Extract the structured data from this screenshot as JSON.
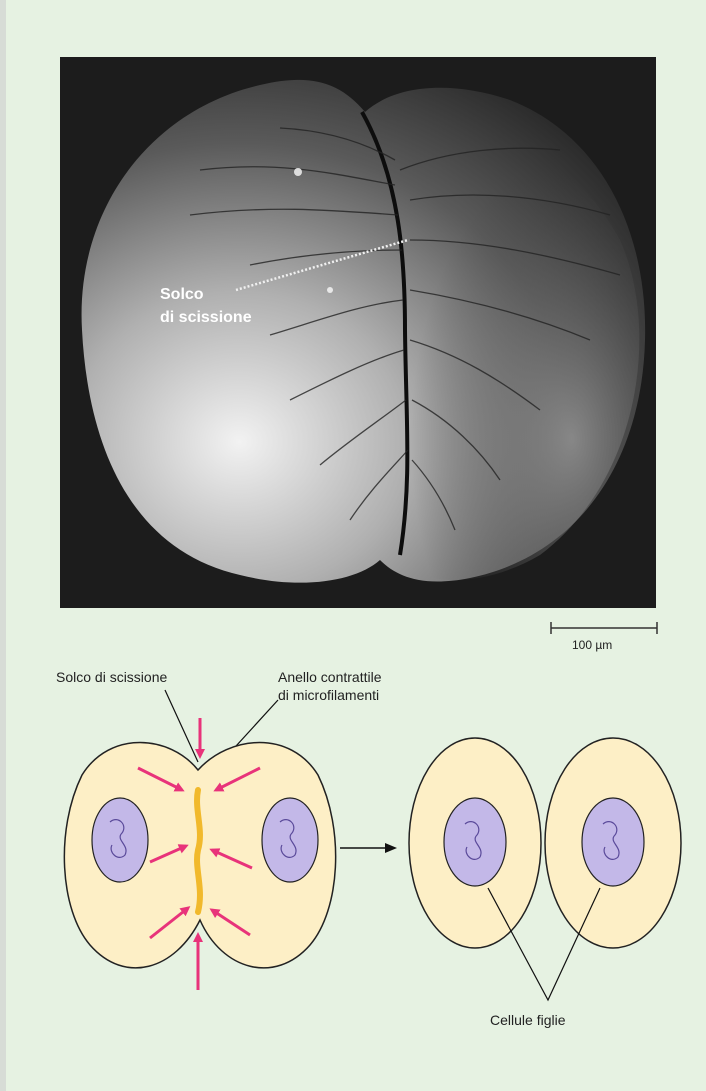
{
  "micrograph": {
    "label_line1": "Solco",
    "label_line2": "di scissione"
  },
  "scale_bar": {
    "label": "100 µm"
  },
  "diagram": {
    "label_furrow": "Solco di scissione",
    "label_ring_line1": "Anello contrattile",
    "label_ring_line2": "di microfilamenti",
    "label_daughters": "Cellule figlie"
  },
  "colors": {
    "background": "#e6f2e2",
    "cell_fill": "#fdefc6",
    "nucleus_fill": "#c3b8e8",
    "arrow_pink": "#e8337a",
    "ring_yellow": "#f1b92c",
    "micrograph_bg": "#1c1c1c"
  }
}
